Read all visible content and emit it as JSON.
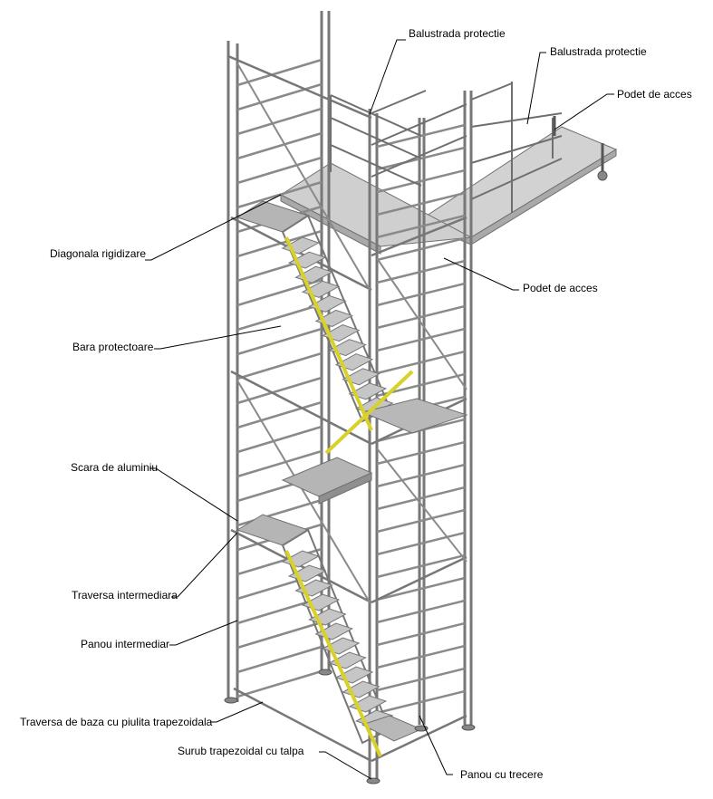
{
  "colors": {
    "frame": "#6f6f6f",
    "frame_light": "#bdbdbd",
    "platform_fill": "#c9c9c9",
    "platform_dark": "#9a9a9a",
    "diagonal_yellow": "#d8d12a",
    "leader_line": "#000000",
    "background": "#ffffff"
  },
  "labels": {
    "balustrada_1": "Balustrada protectie",
    "balustrada_2": "Balustrada protectie",
    "podet_acces_top": "Podet de acces",
    "diagonala": "Diagonala rigidizare",
    "podet_acces_mid": "Podet de acces",
    "bara_protectoare": "Bara protectoare",
    "scara_aluminiu": "Scara de aluminiu",
    "traversa_intermediara": "Traversa intermediara",
    "panou_intermediar": "Panou intermediar",
    "traversa_baza": "Traversa de baza cu piulita trapezoidala",
    "surub_trapezoidal": "Surub trapezoidal cu talpa",
    "panou_trecere": "Panou cu trecere"
  }
}
